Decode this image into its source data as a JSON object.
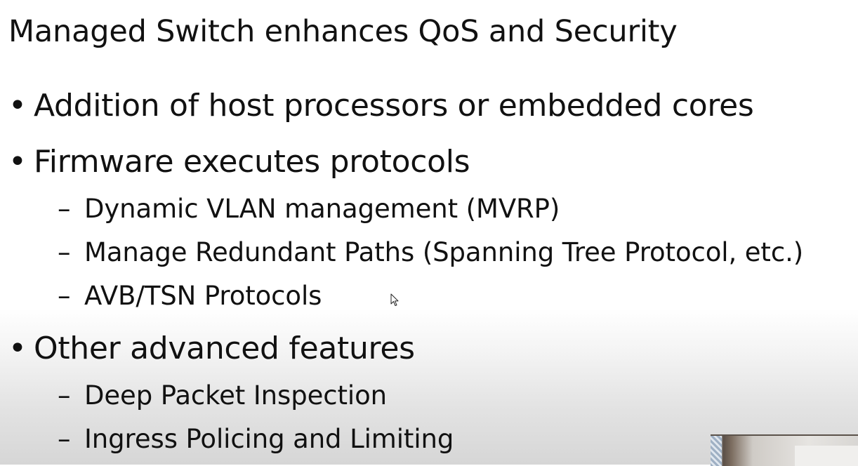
{
  "slide": {
    "title": "Managed Switch enhances QoS and Security",
    "bullet_marker": "•",
    "sub_marker": "–",
    "bullets": [
      {
        "text": "Addition of host processors or embedded cores",
        "subs": []
      },
      {
        "text": "Firmware executes protocols",
        "subs": [
          "Dynamic VLAN management (MVRP)",
          "Manage Redundant Paths (Spanning Tree Protocol, etc.)",
          "AVB/TSN Protocols"
        ]
      },
      {
        "text": "Other advanced features",
        "subs": [
          "Deep Packet Inspection",
          "Ingress Policing and Limiting"
        ]
      }
    ]
  },
  "cursor": {
    "icon": "mouse-pointer-icon"
  },
  "webcam": {
    "icon": "webcam-video-overlay"
  }
}
